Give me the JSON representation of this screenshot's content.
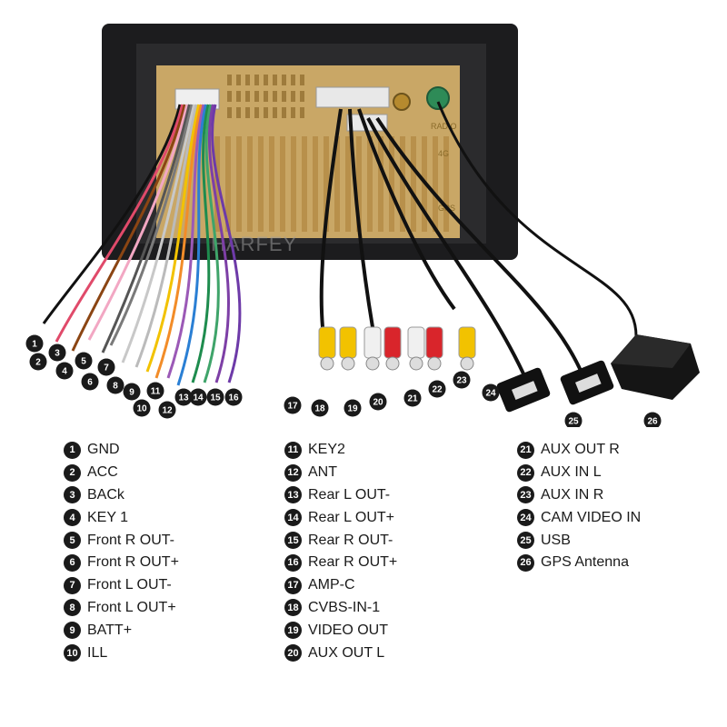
{
  "watermark": "HARFEY",
  "rear_panel_labels": {
    "radio": "RADIO",
    "fourg": "4G",
    "gps": "GPS"
  },
  "legend": [
    {
      "num": "1",
      "label": "GND"
    },
    {
      "num": "2",
      "label": "ACC"
    },
    {
      "num": "3",
      "label": "BACk"
    },
    {
      "num": "4",
      "label": "KEY 1"
    },
    {
      "num": "5",
      "label": "Front R OUT-"
    },
    {
      "num": "6",
      "label": "Front R OUT+"
    },
    {
      "num": "7",
      "label": "Front L OUT-"
    },
    {
      "num": "8",
      "label": "Front L OUT+"
    },
    {
      "num": "9",
      "label": "BATT+"
    },
    {
      "num": "10",
      "label": "ILL"
    },
    {
      "num": "11",
      "label": "KEY2"
    },
    {
      "num": "12",
      "label": "ANT"
    },
    {
      "num": "13",
      "label": "Rear L OUT-"
    },
    {
      "num": "14",
      "label": "Rear L OUT+"
    },
    {
      "num": "15",
      "label": "Rear R OUT-"
    },
    {
      "num": "16",
      "label": "Rear R OUT+"
    },
    {
      "num": "17",
      "label": "AMP-C"
    },
    {
      "num": "18",
      "label": "CVBS-IN-1"
    },
    {
      "num": "19",
      "label": "VIDEO OUT"
    },
    {
      "num": "20",
      "label": "AUX OUT L"
    },
    {
      "num": "21",
      "label": "AUX OUT R"
    },
    {
      "num": "22",
      "label": "AUX IN L"
    },
    {
      "num": "23",
      "label": "AUX IN R"
    },
    {
      "num": "24",
      "label": "CAM VIDEO IN"
    },
    {
      "num": "25",
      "label": "USB"
    },
    {
      "num": "26",
      "label": "GPS Antenna"
    }
  ]
}
